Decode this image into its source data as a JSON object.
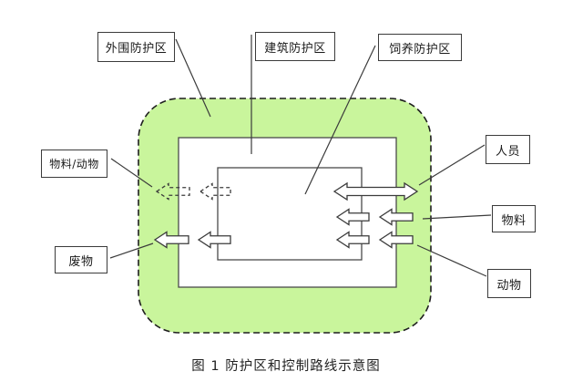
{
  "figure": {
    "caption": "图 1 防护区和控制路线示意图"
  },
  "zones": [
    {
      "id": "outer-zone",
      "label": "外围防护区"
    },
    {
      "id": "building-zone",
      "label": "建筑防护区"
    },
    {
      "id": "feeding-zone",
      "label": "饲养防护区"
    }
  ],
  "flow_labels": [
    {
      "id": "material-animal-in",
      "label": "物料/动物"
    },
    {
      "id": "waste-out",
      "label": "废物"
    },
    {
      "id": "personnel",
      "label": "人员"
    },
    {
      "id": "material-in",
      "label": "物料"
    },
    {
      "id": "animal-in",
      "label": "动物"
    }
  ],
  "colors": {
    "outer_zone_fill": "#c9f59c",
    "stroke": "#3b3b3b"
  }
}
